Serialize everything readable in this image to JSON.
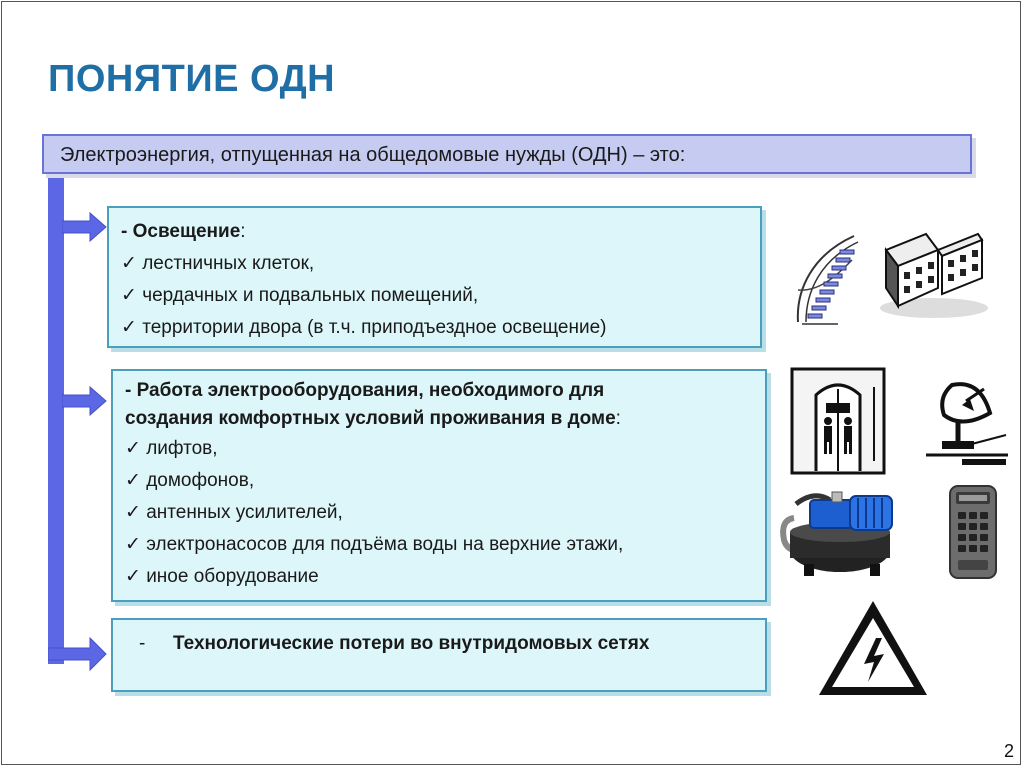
{
  "slide": {
    "title": "ПОНЯТИЕ ОДН",
    "definition": "Электроэнергия, отпущенная на общедомовые нужды (ОДН) – это:",
    "page_number": "2"
  },
  "lighting": {
    "heading_prefix": "- Освещение",
    "heading_suffix": ":",
    "items": [
      "✓ лестничных клеток,",
      "✓ чердачных и подвальных помещений,",
      "✓ территории двора (в т.ч. приподъездное  освещение)"
    ]
  },
  "equipment": {
    "heading_line1": "- Работа электрооборудования, необходимого для",
    "heading_line2": "создания комфортных условий проживания в доме",
    "heading_suffix": ":",
    "items": [
      "✓ лифтов,",
      "✓ домофонов,",
      "✓ антенных усилителей,",
      "✓ электронасосов для подъёма воды на верхние этажи,",
      "✓ иное оборудование"
    ]
  },
  "losses": {
    "dash": "-",
    "text": "Технологические потери во внутридомовых сетях"
  },
  "colors": {
    "title": "#1f6fa6",
    "header_fill": "#c5cbf1",
    "box_fill": "#dcf6fa",
    "arrow": "#5c67e6"
  },
  "icons": [
    "staircase-icon",
    "building-icon",
    "elevator-icon",
    "satellite-antenna-icon",
    "water-pump-icon",
    "intercom-icon",
    "high-voltage-icon"
  ]
}
